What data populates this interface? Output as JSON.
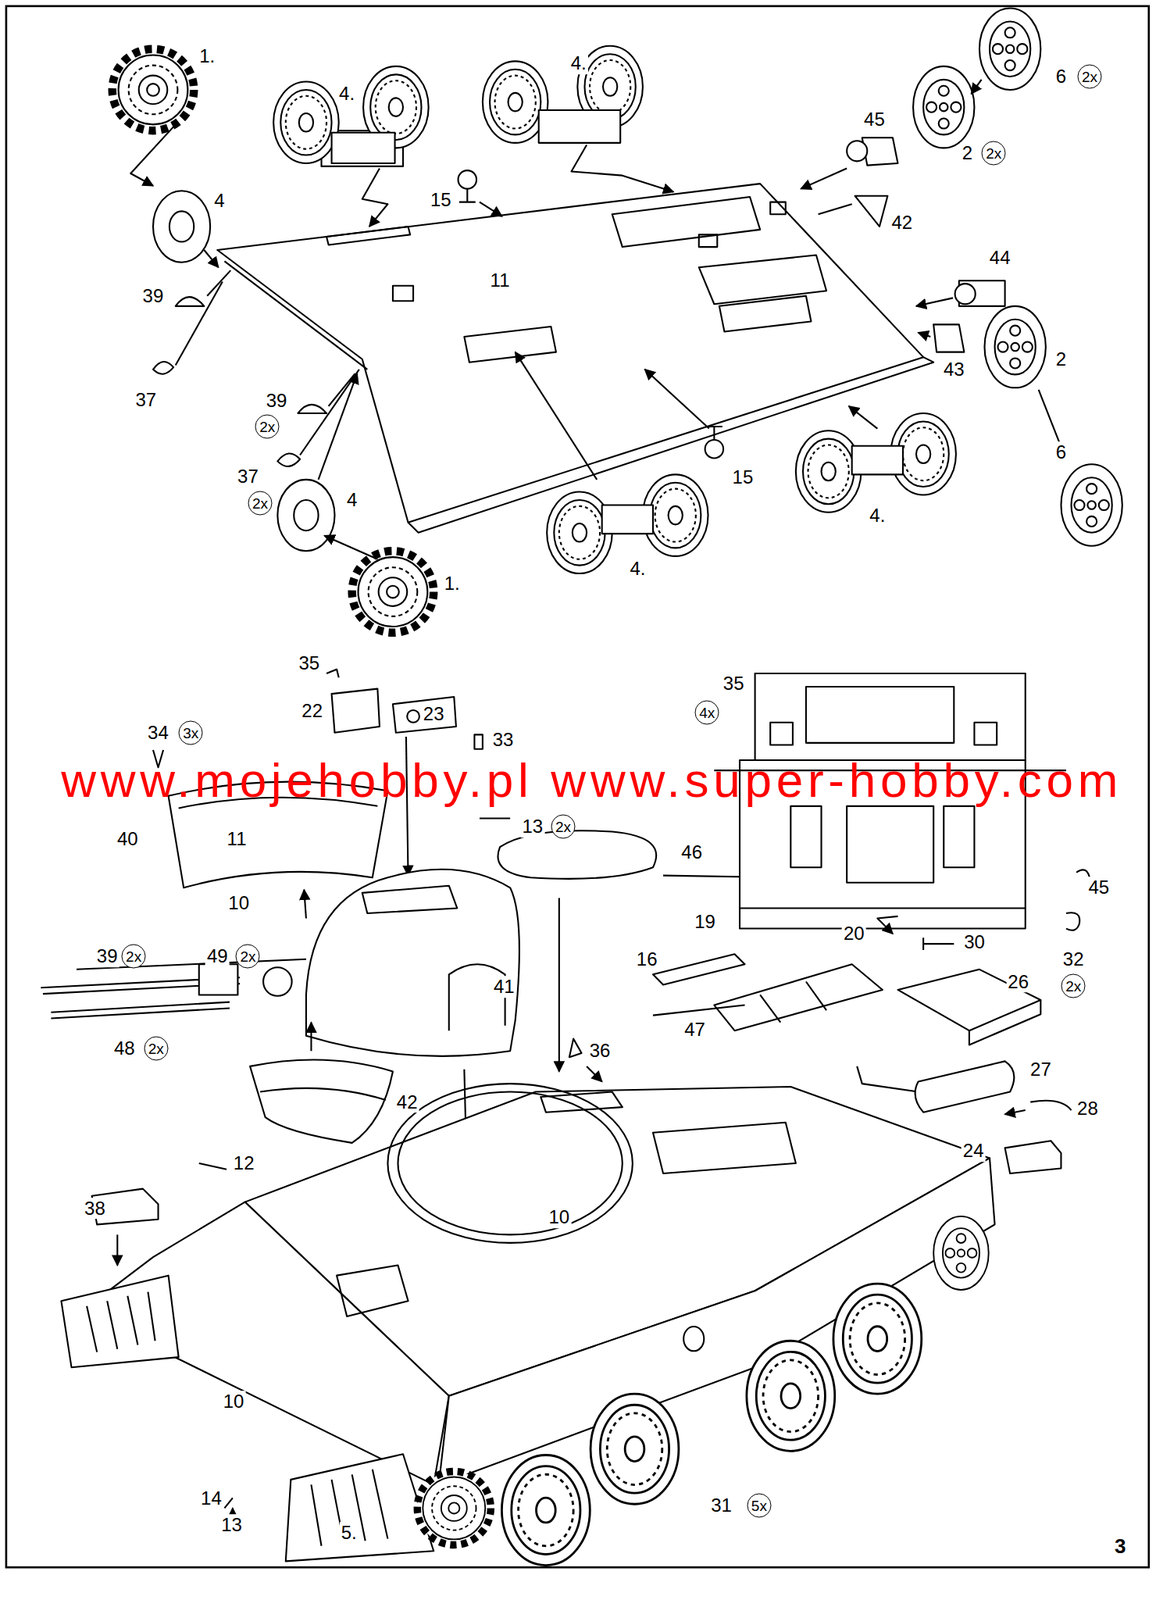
{
  "diagram": {
    "nodes": [
      {
        "text": [
          "2x"
        ]
      },
      {
        "text": [
          "2x"
        ]
      },
      {
        "text": [
          "2x"
        ]
      },
      {
        "text": [
          "2x"
        ]
      },
      {
        "text": [
          "3x"
        ]
      },
      {
        "text": [
          "4x"
        ]
      },
      {
        "text": [
          "2x"
        ]
      },
      {
        "text": [
          "2x"
        ]
      },
      {
        "text": [
          "2x"
        ]
      },
      {
        "text": [
          "2x"
        ]
      },
      {
        "text": [
          "2x"
        ]
      },
      {
        "text": [
          "5x"
        ]
      }
    ],
    "labels": [
      "1.",
      "4.",
      "4.",
      "6",
      "45",
      "2",
      "4",
      "15",
      "42",
      "44",
      "11",
      "39",
      "2",
      "43",
      "37",
      "39",
      "37",
      "6",
      "15",
      "4",
      "4.",
      "4.",
      "1.",
      "35",
      "35",
      "22",
      "23",
      "34",
      "33",
      "www.mojehobby.pl www.super-hobby.com",
      "13",
      "40",
      "11",
      "10",
      "46",
      "45",
      "19",
      "20",
      "30",
      "16",
      "39",
      "49",
      "32",
      "26",
      "41",
      "47",
      "48",
      "36",
      "27",
      "42",
      "28",
      "24",
      "12",
      "38",
      "10",
      "10",
      "14",
      "31",
      "13",
      "5.",
      "3"
    ]
  }
}
